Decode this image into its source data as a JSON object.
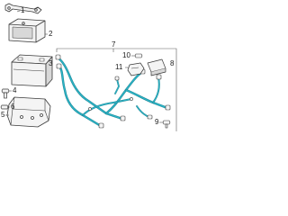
{
  "callouts": [
    "1",
    "2",
    "3",
    "4",
    "5",
    "6",
    "7",
    "8",
    "9",
    "10",
    "11"
  ],
  "colors": {
    "harness": "#2bb3c5",
    "harness_dark": "#1b7f8e",
    "outline": "#3a3a3a",
    "fill": "#f4f4f4",
    "shade": "#d8d8d8",
    "text": "#1a1a1a",
    "frame": "#5a5a5a"
  }
}
